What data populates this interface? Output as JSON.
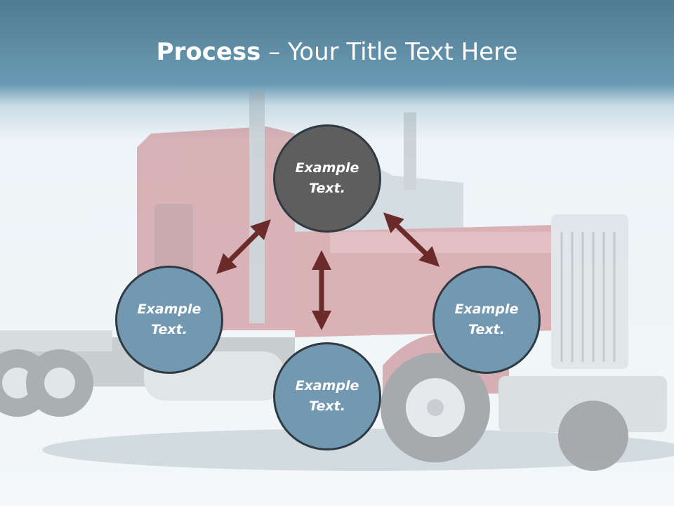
{
  "title": {
    "bold_part": "Process",
    "separator": " – ",
    "rest": "Your Title Text Here"
  },
  "nodes": [
    {
      "id": "top",
      "text": "Example\nText.",
      "fill": "#5e5e5e"
    },
    {
      "id": "left",
      "text": "Example\nText.",
      "fill": "#7298b2"
    },
    {
      "id": "right",
      "text": "Example\nText.",
      "fill": "#7298b2"
    },
    {
      "id": "bottom",
      "text": "Example\nText.",
      "fill": "#7298b2"
    }
  ],
  "colors": {
    "header": "#5a8aa3",
    "arrow": "#6b2b2b",
    "node_border": "#2f3a42",
    "truck_body": "#b86a6e"
  }
}
